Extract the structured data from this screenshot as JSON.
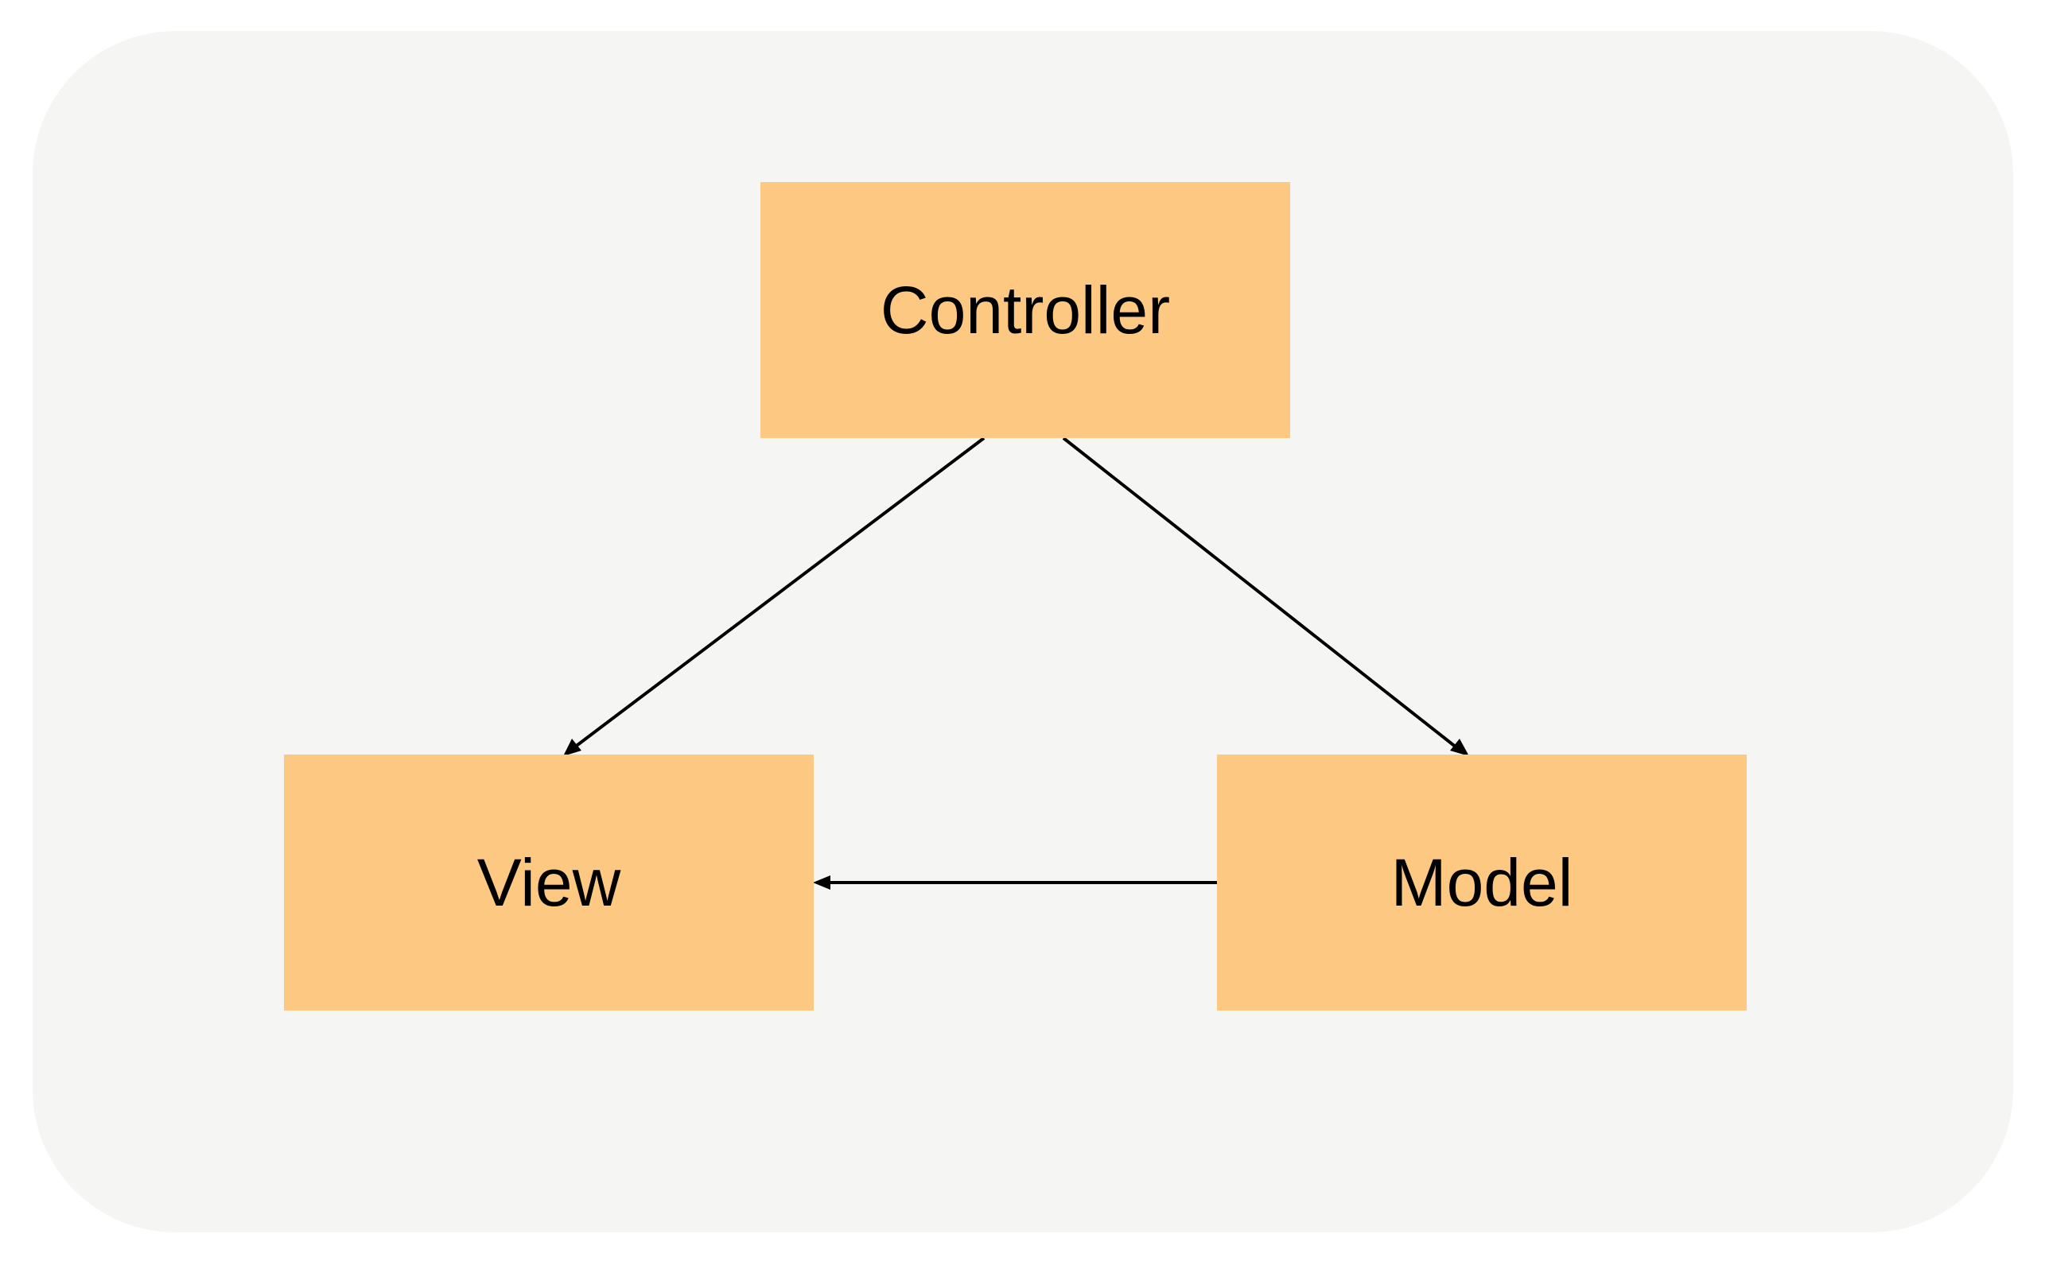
{
  "diagram": {
    "type": "flow",
    "nodes": [
      {
        "id": "controller",
        "label": "Controller"
      },
      {
        "id": "view",
        "label": "View"
      },
      {
        "id": "model",
        "label": "Model"
      }
    ],
    "edges": [
      {
        "from": "controller",
        "to": "view",
        "directed": true
      },
      {
        "from": "controller",
        "to": "model",
        "directed": true
      },
      {
        "from": "model",
        "to": "view",
        "directed": true
      }
    ],
    "colors": {
      "background": "#f5f5f3",
      "node_fill": "#fdc982",
      "edge": "#000000"
    }
  }
}
